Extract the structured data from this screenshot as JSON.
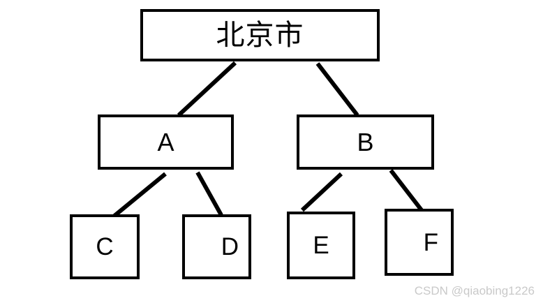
{
  "diagram": {
    "type": "tree",
    "background_color": "#ffffff",
    "stroke_color": "#000000",
    "nodes": [
      {
        "id": "root",
        "label": "北京市",
        "level": 0
      },
      {
        "id": "a",
        "label": "A",
        "level": 1
      },
      {
        "id": "b",
        "label": "B",
        "level": 1
      },
      {
        "id": "c",
        "label": "C",
        "level": 2
      },
      {
        "id": "d",
        "label": "D",
        "level": 2
      },
      {
        "id": "e",
        "label": "E",
        "level": 2
      },
      {
        "id": "f",
        "label": "F",
        "level": 2
      }
    ],
    "edges": [
      {
        "from": "root",
        "to": "a"
      },
      {
        "from": "root",
        "to": "b"
      },
      {
        "from": "a",
        "to": "c"
      },
      {
        "from": "a",
        "to": "d"
      },
      {
        "from": "b",
        "to": "e"
      },
      {
        "from": "b",
        "to": "f"
      }
    ]
  },
  "watermark": {
    "text": "CSDN @qiaobing1226",
    "color": "#c9c9c9"
  }
}
